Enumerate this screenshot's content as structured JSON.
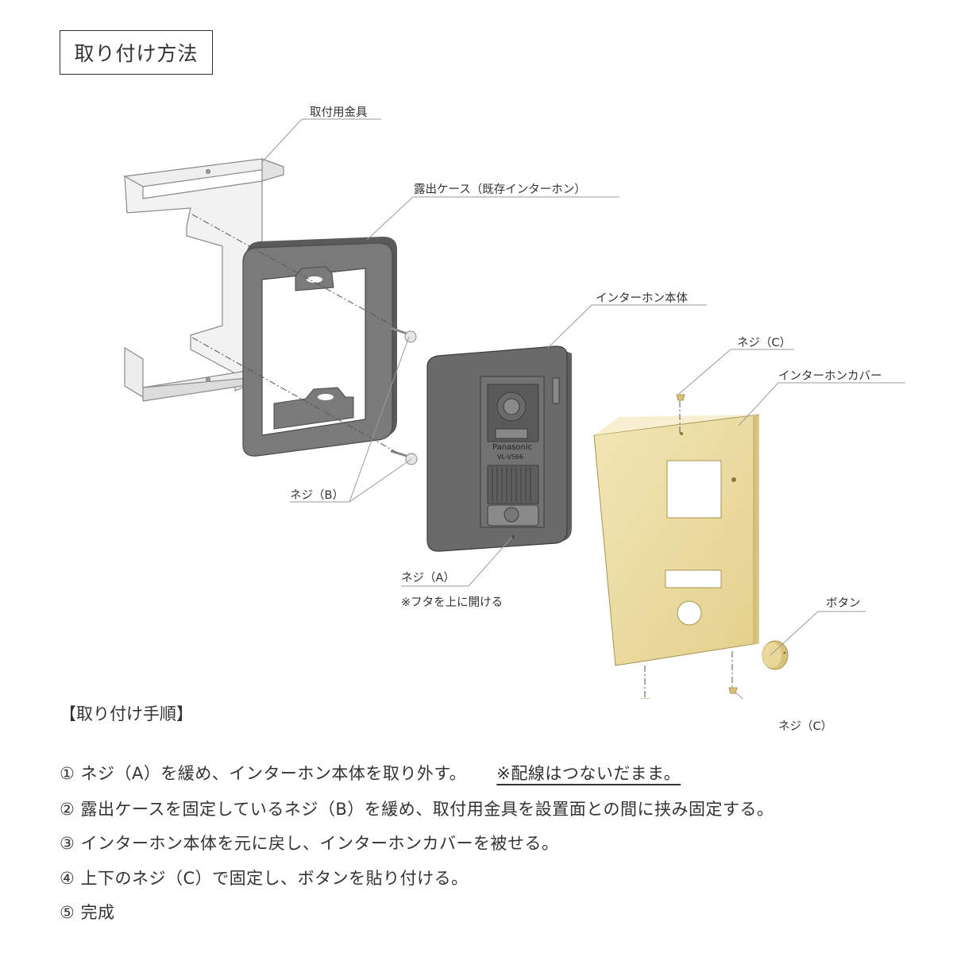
{
  "title": "取り付け方法",
  "labels": {
    "bracket": "取付用金具",
    "case": "露出ケース（既存インターホン）",
    "intercom": "インターホン本体",
    "screw_c_top": "ネジ（C）",
    "cover": "インターホンカバー",
    "screw_b": "ネジ（B）",
    "screw_a": "ネジ（A）",
    "screw_a_note": "※フタを上に開ける",
    "button": "ボタン",
    "screw_c_bottom": "ネジ（C）",
    "brand": "Panasonic",
    "model": "VL-V566"
  },
  "steps_heading": "【取り付け手順】",
  "steps": [
    {
      "num": "①",
      "text": "ネジ（A）を緩め、インターホン本体を取り外す。",
      "note": "※配線はつないだまま。"
    },
    {
      "num": "②",
      "text": "露出ケースを固定しているネジ（B）を緩め、取付用金具を設置面との間に挟み固定する。"
    },
    {
      "num": "③",
      "text": "インターホン本体を元に戻し、インターホンカバーを被せる。"
    },
    {
      "num": "④",
      "text": "上下のネジ（C）で固定し、ボタンを貼り付ける。"
    },
    {
      "num": "⑤",
      "text": "完成"
    }
  ],
  "colors": {
    "bracket_fill": "#f4f4f4",
    "case_fill": "#767676",
    "intercom_fill": "#6e6e6e",
    "cover_fill": "#ecdfaa",
    "leader": "#9a9a9a"
  }
}
